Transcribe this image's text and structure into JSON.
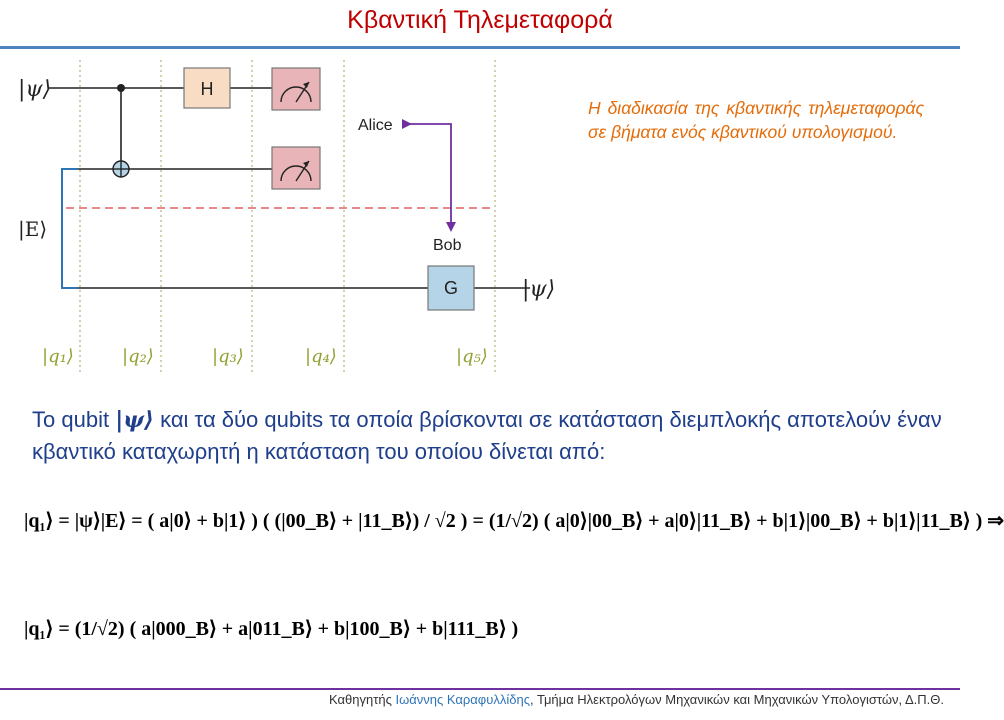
{
  "slide": {
    "title": "Κβαντική Τηλεμεταφορά"
  },
  "circuit": {
    "input_psi": "|ψ⟩",
    "input_E": "|E⟩",
    "output_psi": "|ψ⟩",
    "gate_H": "H",
    "gate_G": "G",
    "alice": "Alice",
    "bob": "Bob",
    "steps": [
      "|q₁⟩",
      "|q₂⟩",
      "|q₃⟩",
      "|q₄⟩",
      "|q₅⟩"
    ]
  },
  "description": "Η διαδικασία της κβαντικής τηλεμεταφοράς σε βήματα ενός κβαντικού υπολογισμού.",
  "intro": {
    "part1": "Το qubit",
    "ket": "|ψ⟩",
    "part2": "και τα δύο qubits τα οποία βρίσκονται σε κατάσταση διεμπλοκής αποτελούν έναν κβαντικό καταχωρητή η κατάσταση του οποίου δίνεται από:"
  },
  "equations": {
    "eq1": "|q₁⟩ = |ψ⟩|E⟩ = ( a|0⟩ + b|1⟩ ) ( (|00_B⟩ + |11_B⟩) / √2 ) = (1/√2) ( a|0⟩|00_B⟩ + a|0⟩|11_B⟩ + b|1⟩|00_B⟩ + b|1⟩|11_B⟩ ) ⇒",
    "eq2": "|q₁⟩ = (1/√2) ( a|000_B⟩ + a|011_B⟩ + b|100_B⟩ + b|111_B⟩ )"
  },
  "footer": {
    "prefix": "Καθηγητής ",
    "name": "Ιωάννης Καραφυλλίδης",
    "suffix": ", Τμήμα Ηλεκτρολόγων Μηχανικών και Μηχανικών Υπολογιστών, Δ.Π.Θ."
  },
  "colors": {
    "title": "#c00000",
    "title_rule": "#4f81bd",
    "description": "#e46c0a",
    "intro_text": "#1f3e8c",
    "gate_H_fill": "#f9dcc4",
    "measure_fill": "#e8b4b8",
    "gate_G_fill": "#b6d4e8",
    "step_dividers": "#b5b07a",
    "step_labels": "#92a030",
    "alice_bob_arrow": "#7030a0",
    "separator_dashed": "#e06060",
    "entanglement_link": "#2e75b6"
  }
}
